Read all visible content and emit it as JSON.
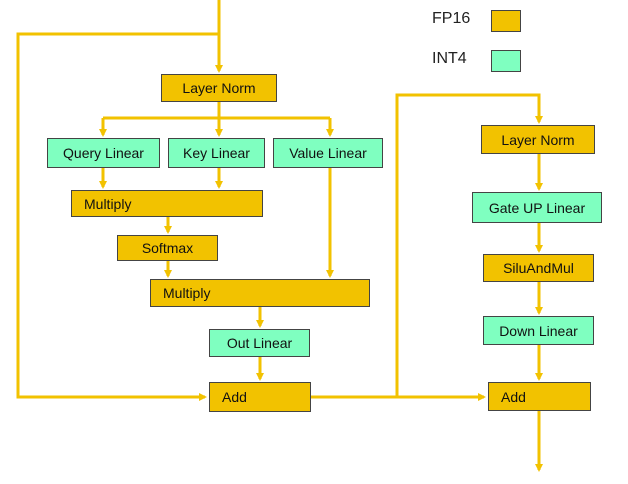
{
  "colors": {
    "fp16": "#F2C200",
    "int4": "#7FFFC0",
    "arrow": "#F2C200"
  },
  "legend": [
    {
      "label": "FP16",
      "kind": "fp16"
    },
    {
      "label": "INT4",
      "kind": "int4"
    }
  ],
  "nodes": {
    "layer_norm_1": {
      "label": "Layer Norm",
      "kind": "fp16"
    },
    "query_linear": {
      "label": "Query Linear",
      "kind": "int4"
    },
    "key_linear": {
      "label": "Key Linear",
      "kind": "int4"
    },
    "value_linear": {
      "label": "Value Linear",
      "kind": "int4"
    },
    "multiply_1": {
      "label": "Multiply",
      "kind": "fp16"
    },
    "softmax": {
      "label": "Softmax",
      "kind": "fp16"
    },
    "multiply_2": {
      "label": "Multiply",
      "kind": "fp16"
    },
    "out_linear": {
      "label": "Out Linear",
      "kind": "int4"
    },
    "add_1": {
      "label": "Add",
      "kind": "fp16"
    },
    "layer_norm_2": {
      "label": "Layer Norm",
      "kind": "fp16"
    },
    "gate_up_linear": {
      "label": "Gate UP Linear",
      "kind": "int4"
    },
    "silu_and_mul": {
      "label": "SiluAndMul",
      "kind": "fp16"
    },
    "down_linear": {
      "label": "Down Linear",
      "kind": "int4"
    },
    "add_2": {
      "label": "Add",
      "kind": "fp16"
    }
  }
}
